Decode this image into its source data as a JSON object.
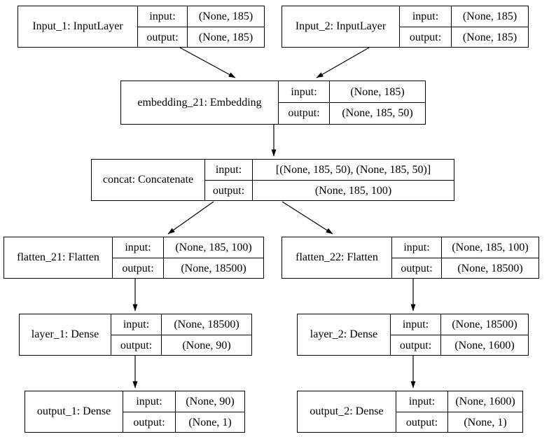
{
  "diagram": {
    "kind": "keras-model-architecture-graph",
    "colors": {
      "border": "#000000",
      "background": "#ffffff",
      "text": "#000000",
      "edge": "#000000"
    },
    "io_labels": {
      "input": "input:",
      "output": "output:"
    },
    "nodes": [
      {
        "id": "Input_1",
        "label": "Input_1: InputLayer",
        "input_shape": "(None, 185)",
        "output_shape": "(None, 185)"
      },
      {
        "id": "Input_2",
        "label": "Input_2: InputLayer",
        "input_shape": "(None, 185)",
        "output_shape": "(None, 185)"
      },
      {
        "id": "embedding_21",
        "label": "embedding_21: Embedding",
        "input_shape": "(None, 185)",
        "output_shape": "(None, 185, 50)"
      },
      {
        "id": "concat",
        "label": "concat: Concatenate",
        "input_shape": "[(None, 185, 50), (None, 185, 50)]",
        "output_shape": "(None, 185, 100)"
      },
      {
        "id": "flatten_21",
        "label": "flatten_21: Flatten",
        "input_shape": "(None, 185, 100)",
        "output_shape": "(None, 18500)"
      },
      {
        "id": "flatten_22",
        "label": "flatten_22: Flatten",
        "input_shape": "(None, 185, 100)",
        "output_shape": "(None, 18500)"
      },
      {
        "id": "layer_1",
        "label": "layer_1: Dense",
        "input_shape": "(None, 18500)",
        "output_shape": "(None, 90)"
      },
      {
        "id": "layer_2",
        "label": "layer_2: Dense",
        "input_shape": "(None, 18500)",
        "output_shape": "(None, 1600)"
      },
      {
        "id": "output_1",
        "label": "output_1: Dense",
        "input_shape": "(None, 90)",
        "output_shape": "(None, 1)"
      },
      {
        "id": "output_2",
        "label": "output_2: Dense",
        "input_shape": "(None, 1600)",
        "output_shape": "(None, 1)"
      }
    ],
    "edges": [
      {
        "from": "Input_1",
        "to": "embedding_21"
      },
      {
        "from": "Input_2",
        "to": "embedding_21"
      },
      {
        "from": "embedding_21",
        "to": "concat"
      },
      {
        "from": "concat",
        "to": "flatten_21"
      },
      {
        "from": "concat",
        "to": "flatten_22"
      },
      {
        "from": "flatten_21",
        "to": "layer_1"
      },
      {
        "from": "flatten_22",
        "to": "layer_2"
      },
      {
        "from": "layer_1",
        "to": "output_1"
      },
      {
        "from": "layer_2",
        "to": "output_2"
      }
    ]
  }
}
